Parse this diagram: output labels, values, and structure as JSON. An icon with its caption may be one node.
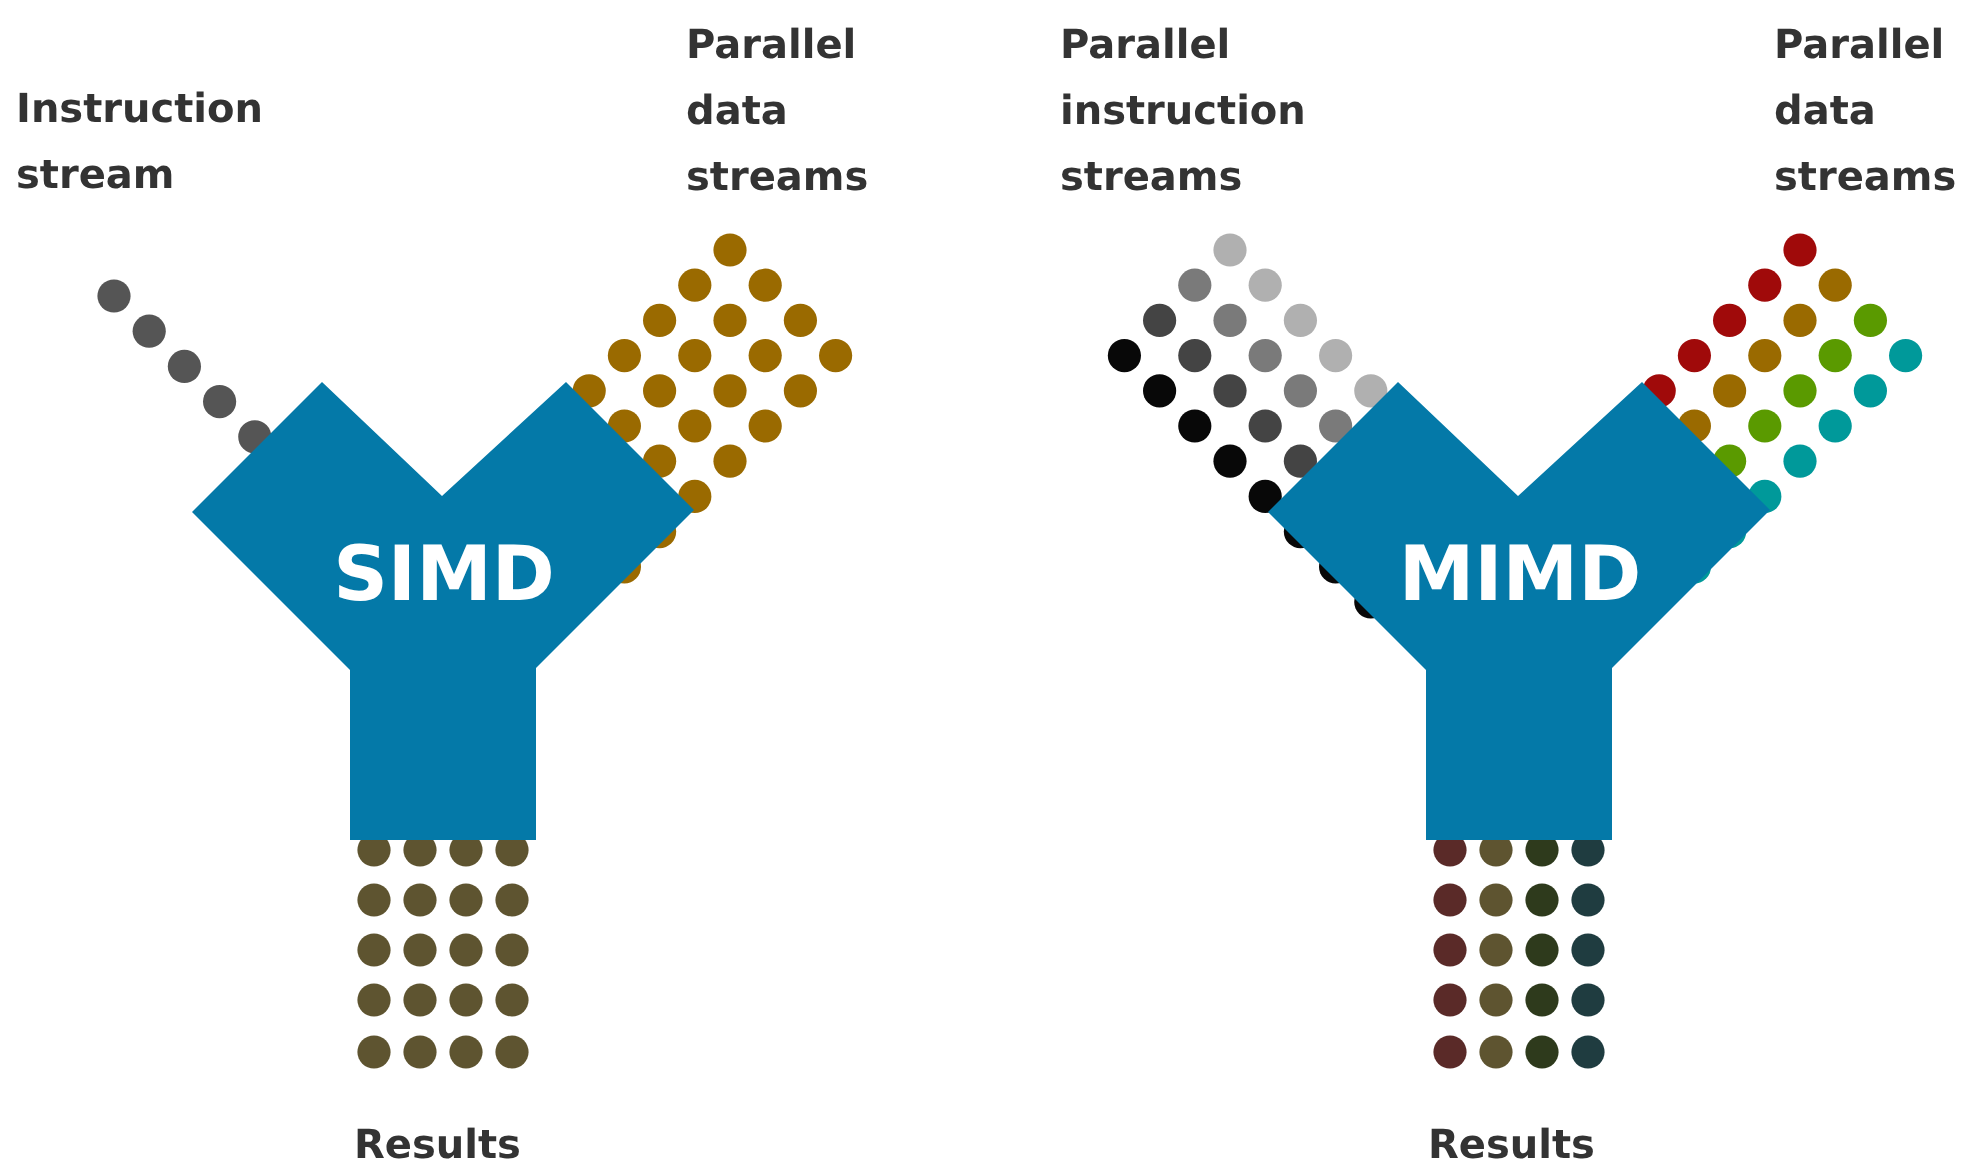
{
  "diagram": {
    "nodes": [
      {
        "text": [
          "SIMD"
        ]
      },
      {
        "text": [
          "MIMD"
        ]
      }
    ],
    "labels": [
      "Instruction stream",
      "Parallel data streams",
      "Parallel instruction streams",
      "Parallel data streams",
      "Results",
      "Results"
    ]
  }
}
